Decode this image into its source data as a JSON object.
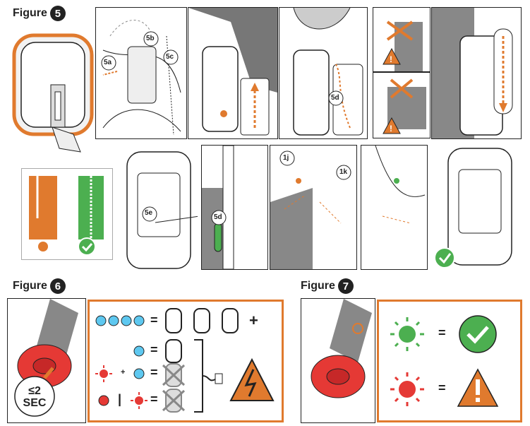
{
  "figures": {
    "f5": {
      "label": "Figure",
      "num": "5"
    },
    "f6": {
      "label": "Figure",
      "num": "6"
    },
    "f7": {
      "label": "Figure",
      "num": "7"
    }
  },
  "callouts": {
    "c5a": "5a",
    "c5b": "5b",
    "c5c": "5c",
    "c5d_top": "5d",
    "c5e": "5e",
    "c5d_bottom": "5d",
    "c1j": "1j",
    "c1k": "1k"
  },
  "figure6": {
    "press_time": "≤2",
    "press_unit": "SEC",
    "equals": "=",
    "plus": "+",
    "small_plus": "+",
    "separator": "|"
  },
  "figure7": {
    "equals": "="
  },
  "colors": {
    "orange": "#e07a2e",
    "green": "#4caf50",
    "red": "#e53935",
    "blue": "#5ec8f0",
    "gray": "#7a7a7a"
  },
  "icons": [
    "check-icon",
    "warning-icon",
    "skull-icon",
    "electric-hazard-icon",
    "plug-icon",
    "cross-out-icon"
  ]
}
